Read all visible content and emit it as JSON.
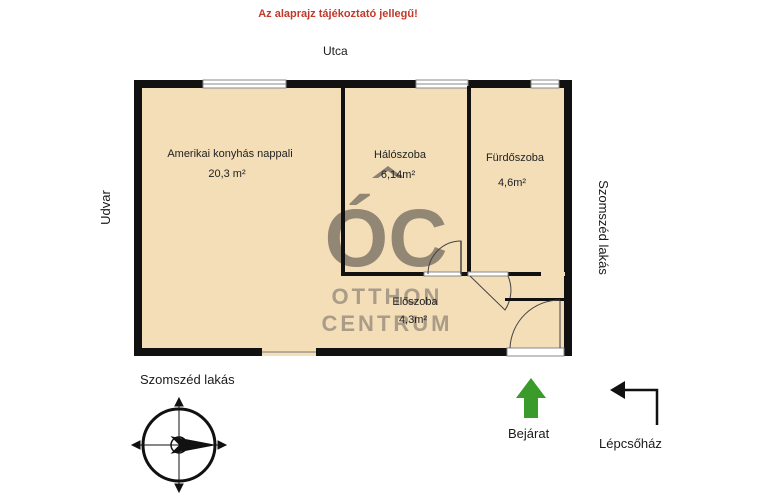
{
  "disclaimer": "Az alaprajz tájékoztató jellegű!",
  "labels": {
    "street": "Utca",
    "yard": "Udvar",
    "neighbor_right": "Szomszéd lakás",
    "neighbor_bottom": "Szomszéd lakás",
    "entrance": "Bejárat",
    "stairs": "Lépcsőház"
  },
  "rooms": [
    {
      "name": "Amerikai konyhás nappali",
      "area": "20,3 m²"
    },
    {
      "name": "Hálószoba",
      "area": "6,14m²"
    },
    {
      "name": "Fürdőszoba",
      "area": "4,6m²"
    },
    {
      "name": "Előszoba",
      "area": "4,3m²"
    }
  ],
  "watermark": {
    "logo": "ÓC",
    "line1": "OTTHON",
    "line2": "CENTRUM"
  },
  "colors": {
    "floor": "#f3deb8",
    "wall": "#111111",
    "disclaimer": "#c0392b",
    "arrow_green": "#3a9a2a",
    "watermark": "#7a7168"
  }
}
